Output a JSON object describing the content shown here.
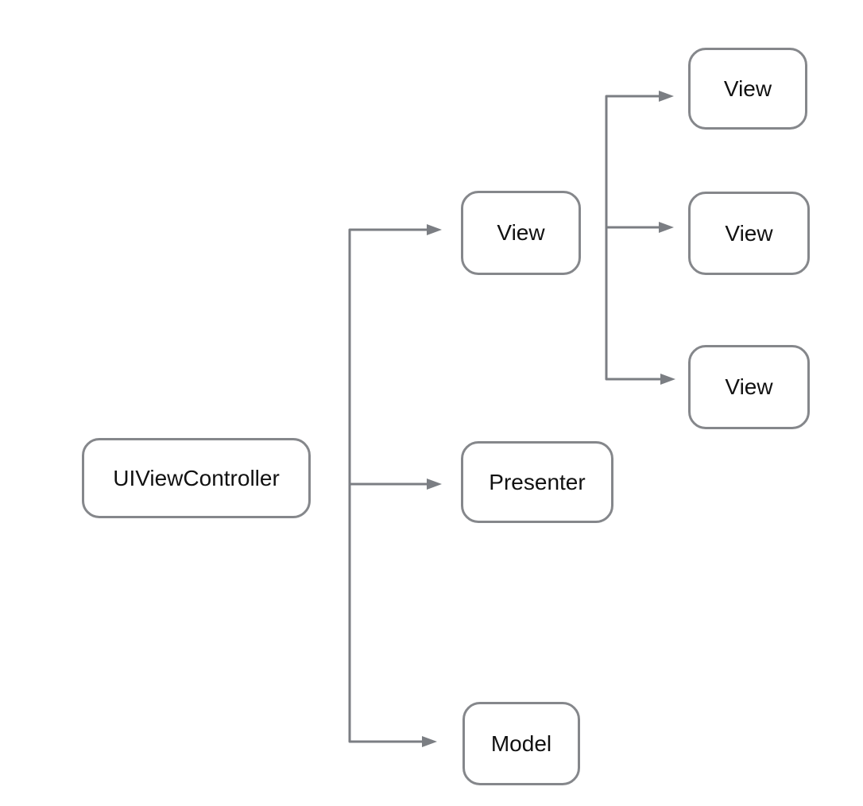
{
  "diagram": {
    "type": "architecture-diagram",
    "nodes": [
      {
        "id": "uiviewcontroller",
        "label": "UIViewController"
      },
      {
        "id": "view-parent",
        "label": "View"
      },
      {
        "id": "presenter",
        "label": "Presenter"
      },
      {
        "id": "model",
        "label": "Model"
      },
      {
        "id": "view-child-top",
        "label": "View"
      },
      {
        "id": "view-child-middle",
        "label": "View"
      },
      {
        "id": "view-child-bottom",
        "label": "View"
      }
    ],
    "edges": [
      {
        "from": "uiviewcontroller",
        "to": "view-parent"
      },
      {
        "from": "uiviewcontroller",
        "to": "presenter"
      },
      {
        "from": "uiviewcontroller",
        "to": "model"
      },
      {
        "from": "view-parent",
        "to": "view-child-top"
      },
      {
        "from": "view-parent",
        "to": "view-child-middle"
      },
      {
        "from": "view-parent",
        "to": "view-child-bottom"
      }
    ],
    "colors": {
      "connector": "#7b7e83",
      "node_border": "#85878b",
      "node_text": "#111111",
      "background": "#ffffff"
    }
  }
}
